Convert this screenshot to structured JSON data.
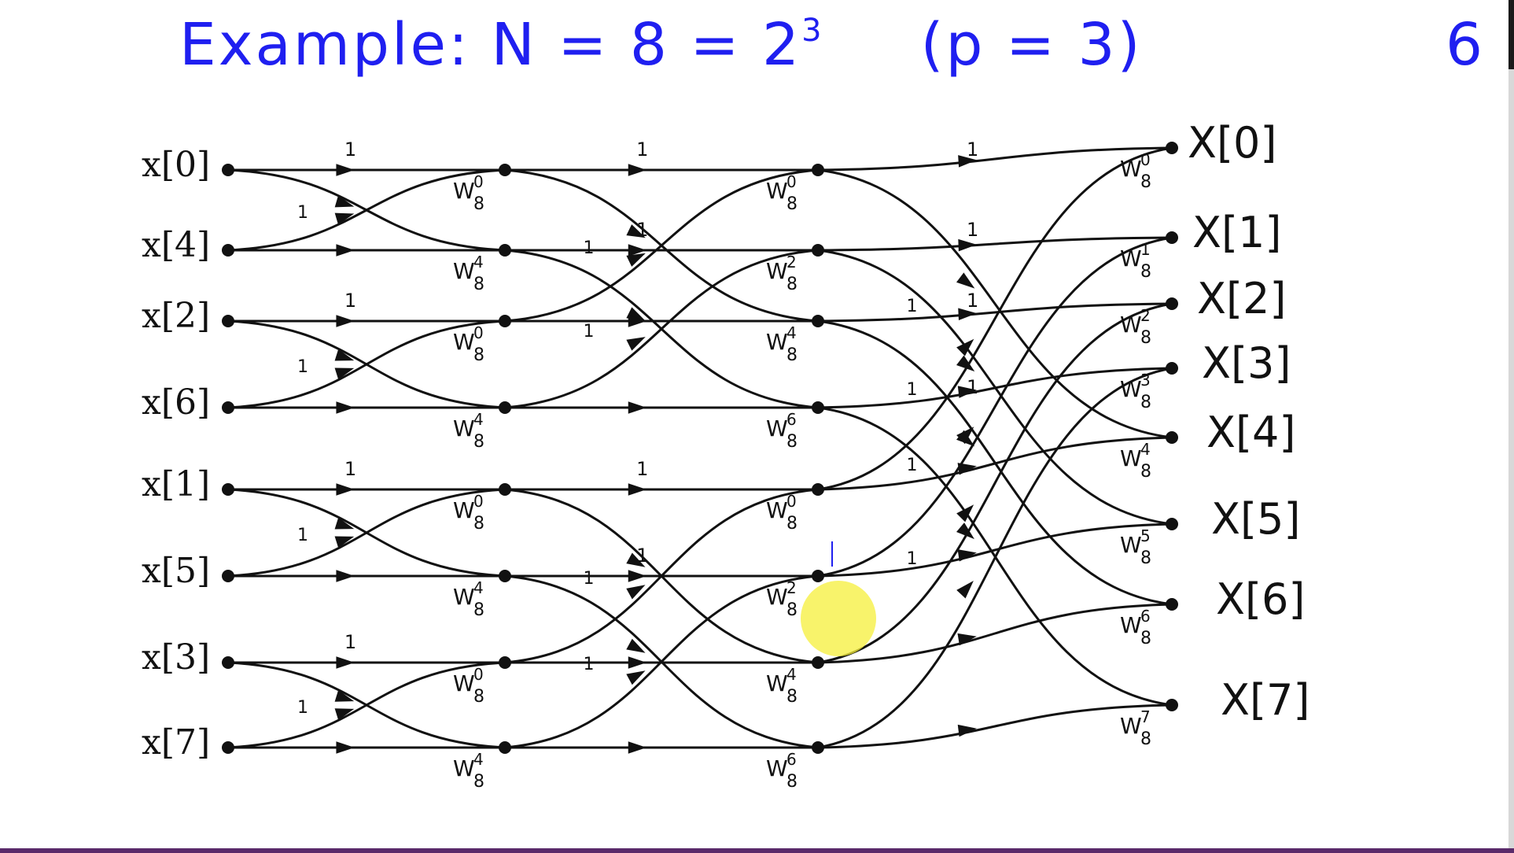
{
  "title": {
    "text": "Example: N = 8 = 2",
    "exponent": "3",
    "param": "(p = 3)"
  },
  "page_number": "6",
  "inputs": [
    "x[0]",
    "x[4]",
    "x[2]",
    "x[6]",
    "x[1]",
    "x[5]",
    "x[3]",
    "x[7]"
  ],
  "outputs": [
    "X[0]",
    "X[1]",
    "X[2]",
    "X[3]",
    "X[4]",
    "X[5]",
    "X[6]",
    "X[7]"
  ],
  "unity_label": "1",
  "twiddle": {
    "base": "W",
    "sub": "8",
    "stage1": [
      "0",
      "4",
      "0",
      "4",
      "0",
      "4",
      "0",
      "4"
    ],
    "stage2": [
      "0",
      "2",
      "4",
      "6",
      "0",
      "2",
      "4",
      "6"
    ],
    "stage3": [
      "0",
      "1",
      "2",
      "3",
      "4",
      "5",
      "6",
      "7"
    ]
  },
  "colors": {
    "ink": "#111111",
    "heading": "#1f1ff0",
    "cursor_highlight": "#f5ef3a"
  }
}
